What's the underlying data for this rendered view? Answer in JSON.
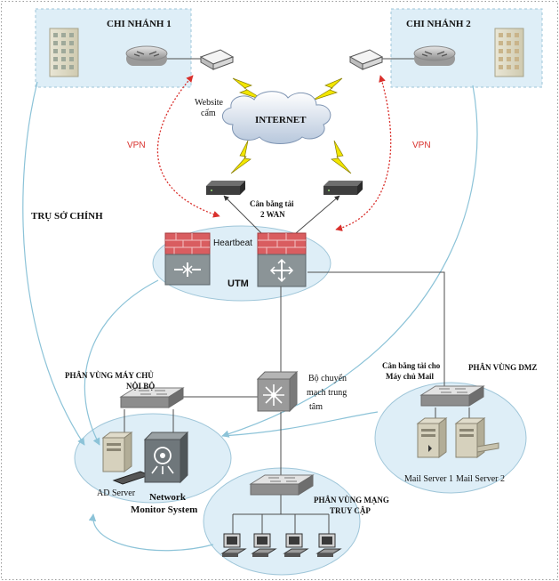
{
  "branches": {
    "branch1": "CHI NHÁNH 1",
    "branch2": "CHI NHÁNH 2"
  },
  "internet": {
    "label": "INTERNET",
    "blocked_site_line1": "Website",
    "blocked_site_line2": "cấm"
  },
  "vpn": {
    "left": "VPN",
    "right": "VPN"
  },
  "load_balance_wan": {
    "line1": "Cân bằng tải",
    "line2": "2 WAN"
  },
  "headquarters": "TRỤ SỞ CHÍNH",
  "utm": {
    "heartbeat": "Heartbeat",
    "label": "UTM"
  },
  "core_switch": {
    "line1": "Bộ chuyển",
    "line2": "mạch trung",
    "line3": "tâm"
  },
  "server_zone": {
    "line1": "PHÂN VÙNG MÁY CHỦ",
    "line2": "NỘI BỘ"
  },
  "dmz": {
    "lb_line1": "Cân bằng tải cho",
    "lb_line2": "Máy chủ Mail",
    "title": "PHÂN VÙNG DMZ",
    "mail1": "Mail Server 1",
    "mail2": "Mail Server 2"
  },
  "ad_server": "AD Server",
  "nms": {
    "line1": "Network",
    "line2": "Monitor System"
  },
  "access_zone": {
    "line1": "PHÂN VÙNG MẠNG",
    "line2": "TRUY CẬP"
  },
  "colors": {
    "zone_fill": "#deeef7",
    "zone_stroke": "#9fc6d9",
    "line": "#4d4d4d",
    "link_curve": "#8cc3d8",
    "vpn": "#d9302c",
    "bolt": "#f2e600",
    "firewall": "#d95d60"
  }
}
